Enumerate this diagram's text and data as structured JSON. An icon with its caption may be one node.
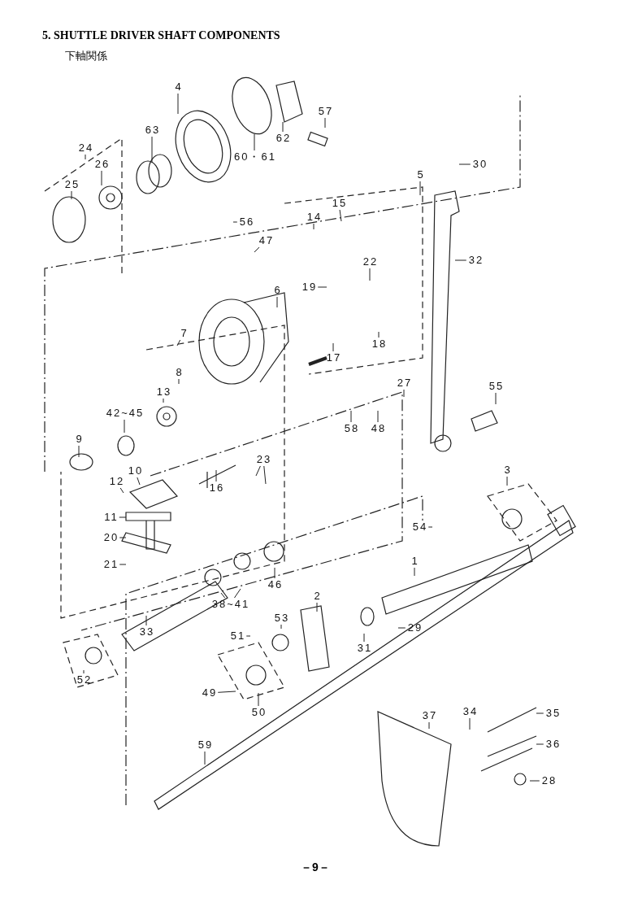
{
  "diagram": {
    "title": "5. SHUTTLE DRIVER SHAFT COMPONENTS",
    "nodes": [
      {
        "text": [
          "4"
        ]
      },
      {
        "text": [
          "57"
        ]
      },
      {
        "text": [
          "63"
        ]
      },
      {
        "text": [
          "62"
        ]
      },
      {
        "text": [
          "60・61"
        ]
      },
      {
        "text": [
          "24"
        ]
      },
      {
        "text": [
          "25"
        ]
      },
      {
        "text": [
          "26"
        ]
      },
      {
        "text": [
          "30"
        ]
      },
      {
        "text": [
          "5"
        ]
      },
      {
        "text": [
          "15"
        ]
      },
      {
        "text": [
          "14"
        ]
      },
      {
        "text": [
          "56"
        ]
      },
      {
        "text": [
          "47"
        ]
      },
      {
        "text": [
          "22"
        ]
      },
      {
        "text": [
          "32"
        ]
      },
      {
        "text": [
          "19"
        ]
      },
      {
        "text": [
          "6"
        ]
      },
      {
        "text": [
          "7"
        ]
      },
      {
        "text": [
          "17"
        ]
      },
      {
        "text": [
          "18"
        ]
      },
      {
        "text": [
          "8"
        ]
      },
      {
        "text": [
          "27"
        ]
      },
      {
        "text": [
          "55"
        ]
      },
      {
        "text": [
          "13"
        ]
      },
      {
        "text": [
          "42~45"
        ]
      },
      {
        "text": [
          "58"
        ]
      },
      {
        "text": [
          "48"
        ]
      },
      {
        "text": [
          "9"
        ]
      },
      {
        "text": [
          "23"
        ]
      },
      {
        "text": [
          "10"
        ]
      },
      {
        "text": [
          "12"
        ]
      },
      {
        "text": [
          "16"
        ]
      },
      {
        "text": [
          "3"
        ]
      },
      {
        "text": [
          "11"
        ]
      },
      {
        "text": [
          "54"
        ]
      },
      {
        "text": [
          "20"
        ]
      },
      {
        "text": [
          "1"
        ]
      },
      {
        "text": [
          "21"
        ]
      },
      {
        "text": [
          "46"
        ]
      },
      {
        "text": [
          "38~41"
        ]
      },
      {
        "text": [
          "2"
        ]
      },
      {
        "text": [
          "53"
        ]
      },
      {
        "text": [
          "29"
        ]
      },
      {
        "text": [
          "33"
        ]
      },
      {
        "text": [
          "51"
        ]
      },
      {
        "text": [
          "31"
        ]
      },
      {
        "text": [
          "52"
        ]
      },
      {
        "text": [
          "49"
        ]
      },
      {
        "text": [
          "50"
        ]
      },
      {
        "text": [
          "34"
        ]
      },
      {
        "text": [
          "35"
        ]
      },
      {
        "text": [
          "37"
        ]
      },
      {
        "text": [
          "36"
        ]
      },
      {
        "text": [
          "59"
        ]
      },
      {
        "text": [
          "28"
        ]
      }
    ],
    "edges": [
      {
        "from": 0,
        "to": null,
        "arrow": "none"
      },
      {
        "from": 1,
        "to": null,
        "arrow": "none"
      },
      {
        "from": 2,
        "to": null,
        "arrow": "none"
      },
      {
        "from": 3,
        "to": null,
        "arrow": "none"
      },
      {
        "from": 4,
        "to": null,
        "arrow": "none"
      },
      {
        "from": 5,
        "to": null,
        "arrow": "none"
      },
      {
        "from": 6,
        "to": null,
        "arrow": "none"
      },
      {
        "from": 7,
        "to": null,
        "arrow": "none"
      },
      {
        "from": 8,
        "to": null,
        "arrow": "none"
      },
      {
        "from": 9,
        "to": null,
        "arrow": "none"
      },
      {
        "from": 10,
        "to": null,
        "arrow": "none"
      },
      {
        "from": 11,
        "to": null,
        "arrow": "none"
      },
      {
        "from": 12,
        "to": null,
        "arrow": "none"
      },
      {
        "from": 13,
        "to": null,
        "arrow": "none"
      },
      {
        "from": 14,
        "to": null,
        "arrow": "none"
      },
      {
        "from": 15,
        "to": null,
        "arrow": "none"
      },
      {
        "from": 16,
        "to": null,
        "arrow": "none"
      },
      {
        "from": 17,
        "to": null,
        "arrow": "none"
      },
      {
        "from": 18,
        "to": null,
        "arrow": "none"
      },
      {
        "from": 19,
        "to": null,
        "arrow": "none"
      },
      {
        "from": 20,
        "to": null,
        "arrow": "none"
      },
      {
        "from": 21,
        "to": null,
        "arrow": "none"
      },
      {
        "from": 22,
        "to": null,
        "arrow": "none"
      },
      {
        "from": 23,
        "to": null,
        "arrow": "none"
      },
      {
        "from": 24,
        "to": null,
        "arrow": "none"
      },
      {
        "from": 25,
        "to": null,
        "arrow": "none"
      },
      {
        "from": 26,
        "to": null,
        "arrow": "none"
      },
      {
        "from": 27,
        "to": null,
        "arrow": "none"
      },
      {
        "from": 28,
        "to": null,
        "arrow": "none"
      },
      {
        "from": 29,
        "to": null,
        "arrow": "none"
      },
      {
        "from": 29,
        "to": null,
        "arrow": "none"
      },
      {
        "from": 30,
        "to": null,
        "arrow": "none"
      },
      {
        "from": 31,
        "to": null,
        "arrow": "none"
      },
      {
        "from": 32,
        "to": null,
        "arrow": "none"
      },
      {
        "from": 33,
        "to": null,
        "arrow": "none"
      },
      {
        "from": 34,
        "to": null,
        "arrow": "none"
      },
      {
        "from": 35,
        "to": null,
        "arrow": "none"
      },
      {
        "from": 36,
        "to": null,
        "arrow": "none"
      },
      {
        "from": 37,
        "to": null,
        "arrow": "none"
      },
      {
        "from": 38,
        "to": null,
        "arrow": "none"
      },
      {
        "from": 39,
        "to": null,
        "arrow": "none"
      },
      {
        "from": 40,
        "to": null,
        "arrow": "none"
      },
      {
        "from": 40,
        "to": null,
        "arrow": "none"
      },
      {
        "from": 41,
        "to": null,
        "arrow": "none"
      },
      {
        "from": 42,
        "to": null,
        "arrow": "none"
      },
      {
        "from": 43,
        "to": null,
        "arrow": "none"
      },
      {
        "from": 44,
        "to": null,
        "arrow": "none"
      },
      {
        "from": 45,
        "to": null,
        "arrow": "none"
      },
      {
        "from": 46,
        "to": null,
        "arrow": "none"
      },
      {
        "from": 47,
        "to": null,
        "arrow": "none"
      },
      {
        "from": 48,
        "to": null,
        "arrow": "none"
      },
      {
        "from": 49,
        "to": null,
        "arrow": "none"
      },
      {
        "from": 50,
        "to": null,
        "arrow": "none"
      },
      {
        "from": 51,
        "to": null,
        "arrow": "none"
      },
      {
        "from": 52,
        "to": null,
        "arrow": "none"
      },
      {
        "from": 53,
        "to": null,
        "arrow": "none"
      },
      {
        "from": 54,
        "to": null,
        "arrow": "none"
      },
      {
        "from": 55,
        "to": null,
        "arrow": "none"
      }
    ],
    "labels": [
      "下軸関係",
      "－9－"
    ]
  }
}
